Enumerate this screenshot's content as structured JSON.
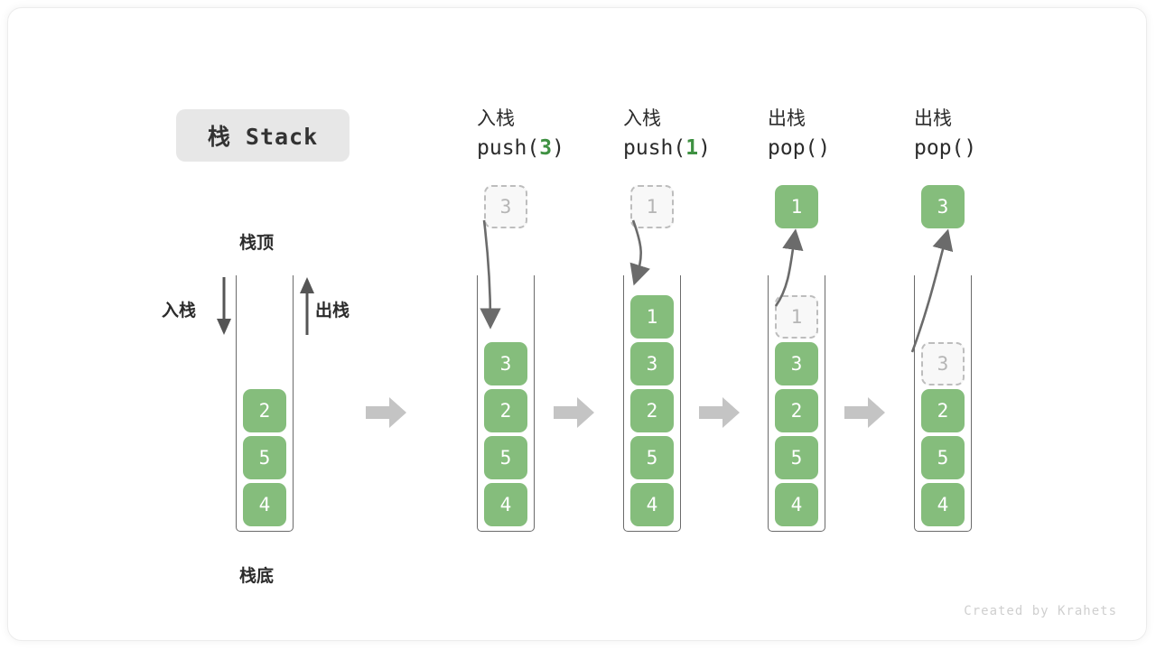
{
  "figure": {
    "title_pill": "栈 Stack",
    "credit": "Created by Krahets",
    "accent_green": "#85bd7c",
    "arg_green": "#3f9142",
    "ghost_gray": "#b5b5b5",
    "block_arrow_gray": "#c4c4c4",
    "motion_arrow_gray": "#6b6b6b"
  },
  "base": {
    "top_label": "栈顶",
    "bottom_label": "栈底",
    "push_label": "入栈",
    "pop_label": "出栈",
    "cells": [
      "2",
      "5",
      "4"
    ]
  },
  "steps": [
    {
      "id": "push-3",
      "op_cn": "入栈",
      "op_code_prefix": "push(",
      "op_code_arg": "3",
      "op_code_suffix": ")",
      "incoming": {
        "value": "3",
        "state": "ghost"
      },
      "outgoing": null,
      "cells": [
        {
          "value": "3",
          "state": "full"
        },
        {
          "value": "2",
          "state": "full"
        },
        {
          "value": "5",
          "state": "full"
        },
        {
          "value": "4",
          "state": "full"
        }
      ]
    },
    {
      "id": "push-1",
      "op_cn": "入栈",
      "op_code_prefix": "push(",
      "op_code_arg": "1",
      "op_code_suffix": ")",
      "incoming": {
        "value": "1",
        "state": "ghost"
      },
      "outgoing": null,
      "cells": [
        {
          "value": "1",
          "state": "full"
        },
        {
          "value": "3",
          "state": "full"
        },
        {
          "value": "2",
          "state": "full"
        },
        {
          "value": "5",
          "state": "full"
        },
        {
          "value": "4",
          "state": "full"
        }
      ]
    },
    {
      "id": "pop-1",
      "op_cn": "出栈",
      "op_code_prefix": "pop(",
      "op_code_arg": "",
      "op_code_suffix": ")",
      "incoming": null,
      "outgoing": {
        "value": "1",
        "state": "full"
      },
      "cells": [
        {
          "value": "1",
          "state": "ghost"
        },
        {
          "value": "3",
          "state": "full"
        },
        {
          "value": "2",
          "state": "full"
        },
        {
          "value": "5",
          "state": "full"
        },
        {
          "value": "4",
          "state": "full"
        }
      ]
    },
    {
      "id": "pop-3",
      "op_cn": "出栈",
      "op_code_prefix": "pop(",
      "op_code_arg": "",
      "op_code_suffix": ")",
      "incoming": null,
      "outgoing": {
        "value": "3",
        "state": "full"
      },
      "cells": [
        {
          "value": "3",
          "state": "ghost"
        },
        {
          "value": "2",
          "state": "full"
        },
        {
          "value": "5",
          "state": "full"
        },
        {
          "value": "4",
          "state": "full"
        }
      ]
    }
  ]
}
